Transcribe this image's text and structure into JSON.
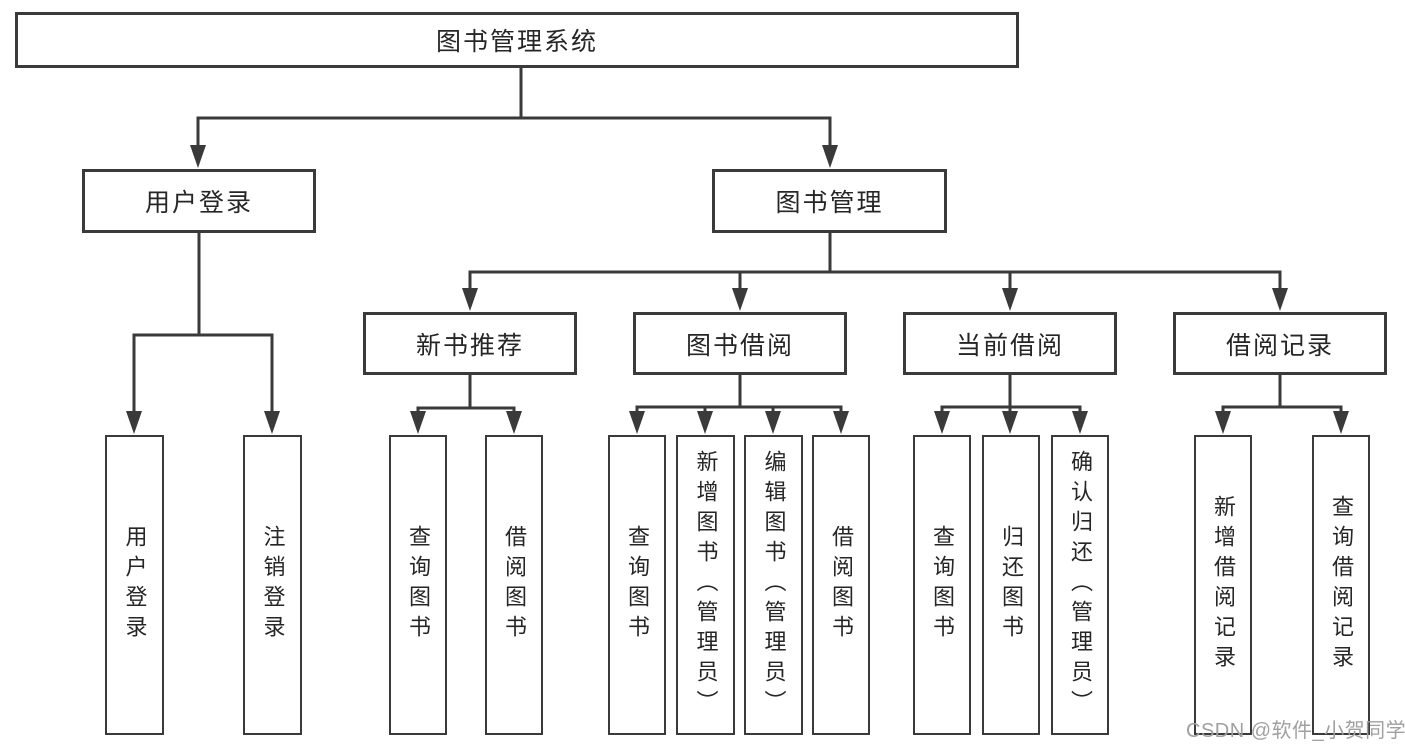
{
  "diagram": {
    "type": "hierarchy-tree",
    "colors": {
      "line": "#3a3a3a",
      "box_fill": "#ffffff",
      "text": "#262626",
      "watermark": "#a0a0a0",
      "background": "#ffffff"
    },
    "watermark": "CSDN @软件_小贺同学",
    "nodes": {
      "root": "图书管理系统",
      "user_login": "用户登录",
      "book_mgmt": "图书管理",
      "new_book_rec": "新书推荐",
      "book_borrow": "图书借阅",
      "current_borrow": "当前借阅",
      "borrow_record": "借阅记录",
      "leaf_user_login": "用户登录",
      "leaf_logout": "注销登录",
      "leaf_query_book_a": "查询图书",
      "leaf_borrow_book_a": "借阅图书",
      "leaf_query_book_b": "查询图书",
      "leaf_add_book_admin": "新增图书（管理员）",
      "leaf_edit_book_admin": "编辑图书（管理员）",
      "leaf_borrow_book_b": "借阅图书",
      "leaf_query_book_c": "查询图书",
      "leaf_return_book": "归还图书",
      "leaf_confirm_return_admin": "确认归还（管理员）",
      "leaf_add_borrow_record": "新增借阅记录",
      "leaf_query_borrow_record": "查询借阅记录"
    },
    "hierarchy": {
      "label": "图书管理系统",
      "children": [
        {
          "label": "用户登录",
          "children": [
            {
              "label": "用户登录"
            },
            {
              "label": "注销登录"
            }
          ]
        },
        {
          "label": "图书管理",
          "children": [
            {
              "label": "新书推荐",
              "children": [
                {
                  "label": "查询图书"
                },
                {
                  "label": "借阅图书"
                }
              ]
            },
            {
              "label": "图书借阅",
              "children": [
                {
                  "label": "查询图书"
                },
                {
                  "label": "新增图书（管理员）"
                },
                {
                  "label": "编辑图书（管理员）"
                },
                {
                  "label": "借阅图书"
                }
              ]
            },
            {
              "label": "当前借阅",
              "children": [
                {
                  "label": "查询图书"
                },
                {
                  "label": "归还图书"
                },
                {
                  "label": "确认归还（管理员）"
                }
              ]
            },
            {
              "label": "借阅记录",
              "children": [
                {
                  "label": "新增借阅记录"
                },
                {
                  "label": "查询借阅记录"
                }
              ]
            }
          ]
        }
      ]
    }
  }
}
